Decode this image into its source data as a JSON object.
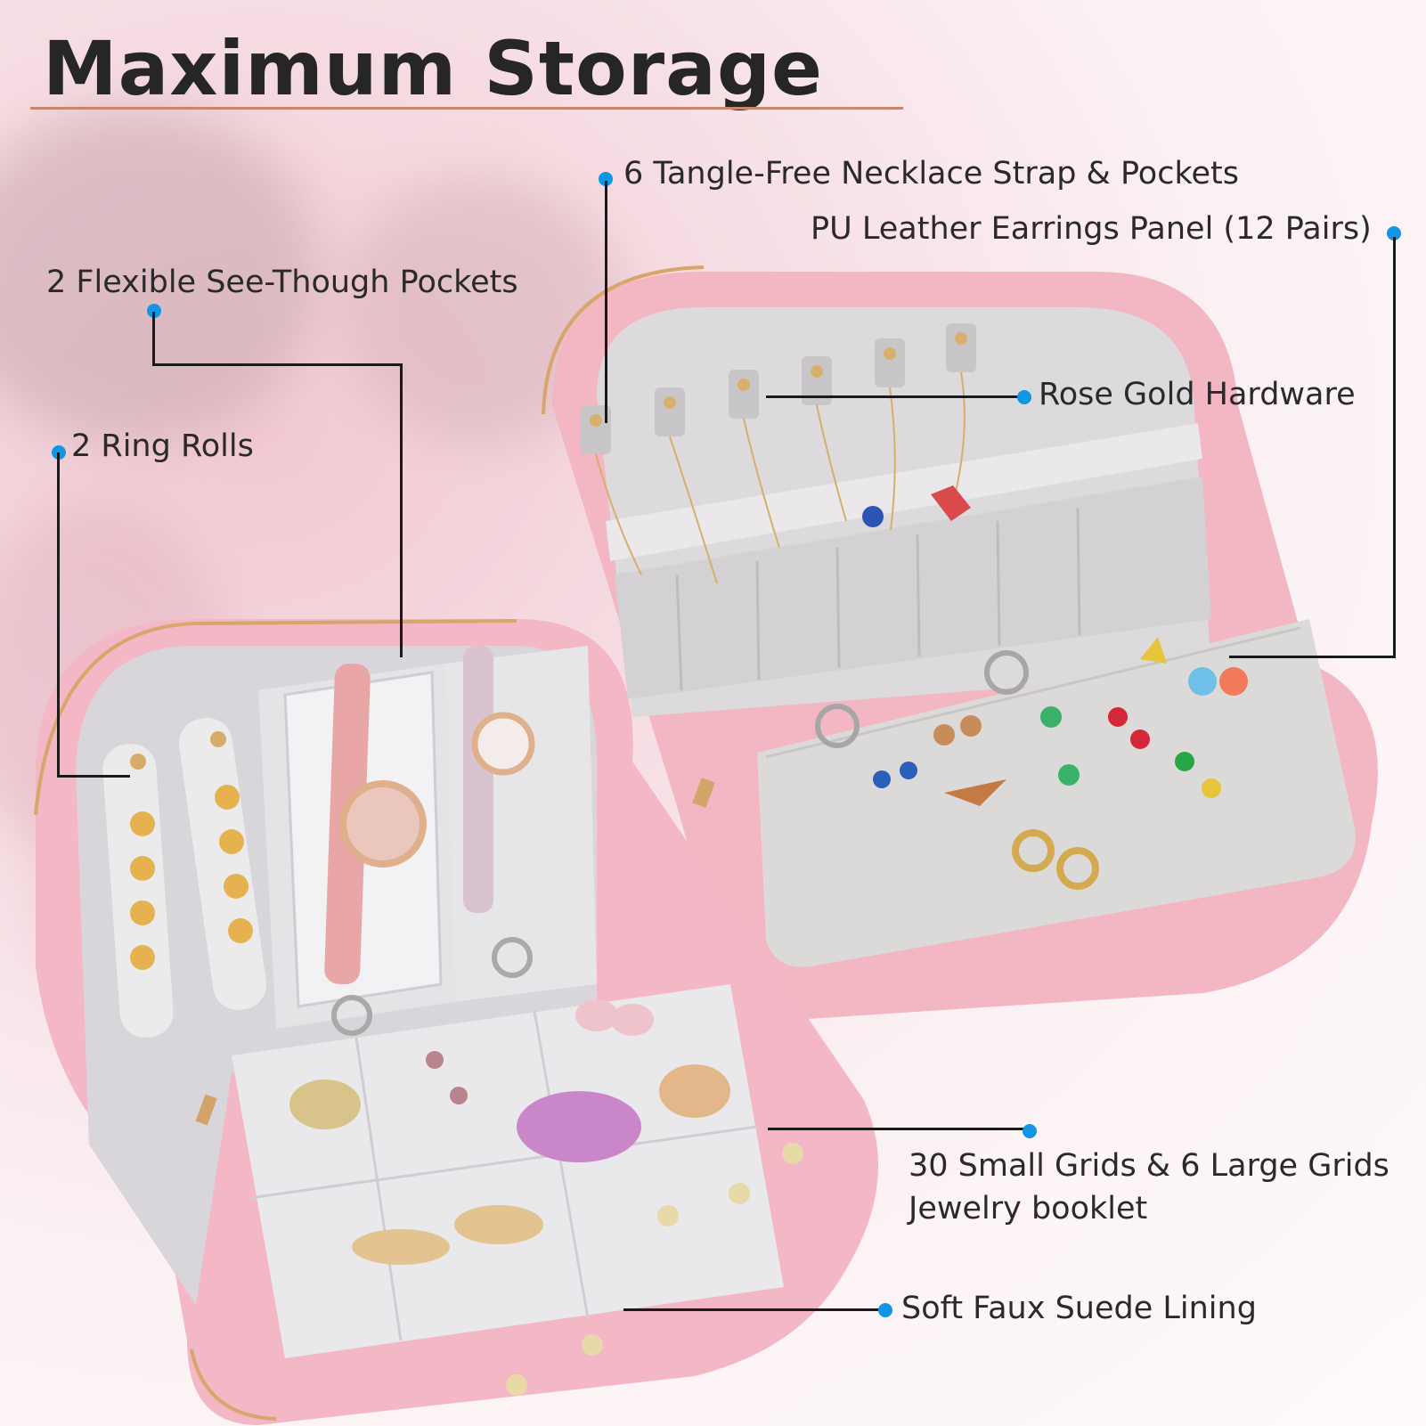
{
  "title": "Maximum Storage",
  "colors": {
    "accent_rule": "#c8866f",
    "callout_dot": "#1196e6",
    "case_pink": "#f4b9c6",
    "lining_grey": "#d9d7da"
  },
  "callouts": {
    "necklace": "6 Tangle-Free Necklace Strap & Pockets",
    "earrings": "PU Leather Earrings Panel (12 Pairs)",
    "pockets": "2 Flexible See-Though Pockets",
    "rings": "2 Ring Rolls",
    "hardware": "Rose Gold Hardware",
    "grids_line1": "30 Small Grids & 6 Large Grids",
    "grids_line2": "Jewelry booklet",
    "lining": "Soft Faux Suede Lining"
  }
}
